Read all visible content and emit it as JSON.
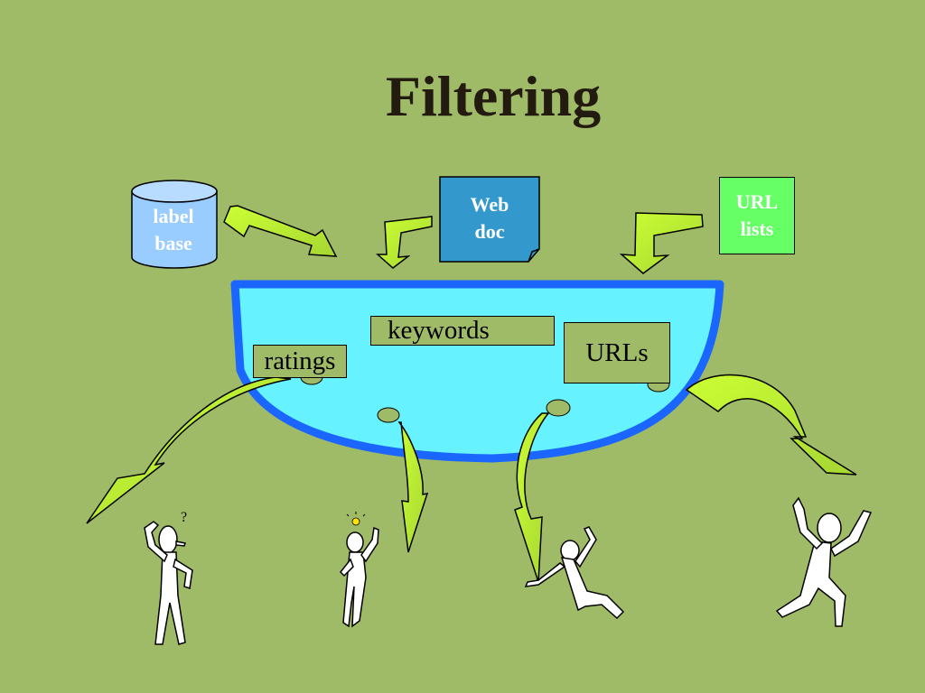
{
  "title": "Filtering",
  "sources": {
    "label_base": "label\nbase",
    "web_doc": "Web\ndoc",
    "url_lists": "URL\nlists"
  },
  "filters": {
    "keywords": "keywords",
    "urls": "URLs",
    "ratings": "ratings"
  },
  "figure_symbols": {
    "question_mark": "?"
  },
  "colors": {
    "background": "#9fbb67",
    "bowl_fill": "#66f2ff",
    "bowl_border": "#1a66ff",
    "arrow_fill": "#ccff33",
    "label_base_fill": "#99ccff",
    "web_doc_fill": "#3399cc",
    "url_lists_fill": "#66ff66",
    "title_color": "#231a10"
  }
}
